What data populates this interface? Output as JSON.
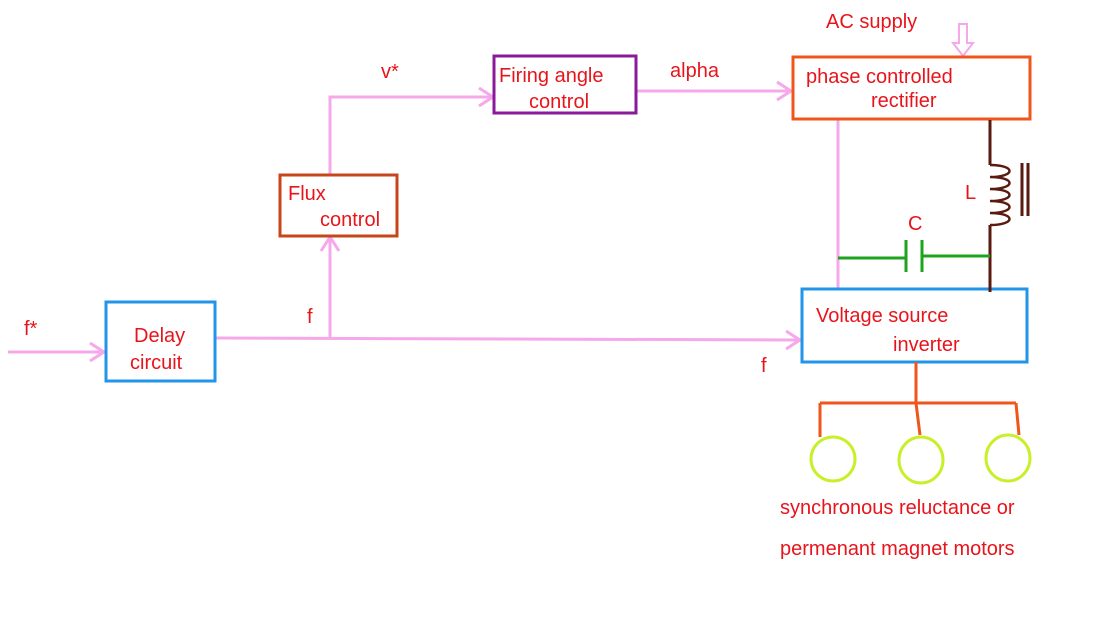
{
  "colors": {
    "signal_line": "#f6a8ea",
    "text": "#e8141b",
    "delay_box": "#2196e8",
    "flux_box": "#c8451b",
    "firing_box": "#8b1a9b",
    "rectifier_box": "#f0561c",
    "inverter_box": "#2196e8",
    "inductor": "#5a1a0f",
    "capacitor": "#1fa31f",
    "motor_wires": "#f0561c",
    "motor": "#c8f02a"
  },
  "blocks": {
    "delay": {
      "line1": "Delay",
      "line2": "circuit"
    },
    "flux": {
      "line1": "Flux",
      "line2": "control"
    },
    "firing": {
      "line1": "Firing angle",
      "line2": "control"
    },
    "rectifier": {
      "line1": "phase controlled",
      "line2": "rectifier"
    },
    "inverter": {
      "line1": "Voltage source",
      "line2": "inverter"
    }
  },
  "signals": {
    "f_star": "f*",
    "f_top": "f",
    "f_bottom": "f",
    "v_star": "v*",
    "alpha": "alpha",
    "ac_supply": "AC supply",
    "inductor": "L",
    "capacitor": "C"
  },
  "motors": {
    "line1": "synchronous reluctance or",
    "line2": "permenant magnet motors",
    "icons": [
      "motor-icon",
      "motor-icon",
      "motor-icon"
    ]
  }
}
